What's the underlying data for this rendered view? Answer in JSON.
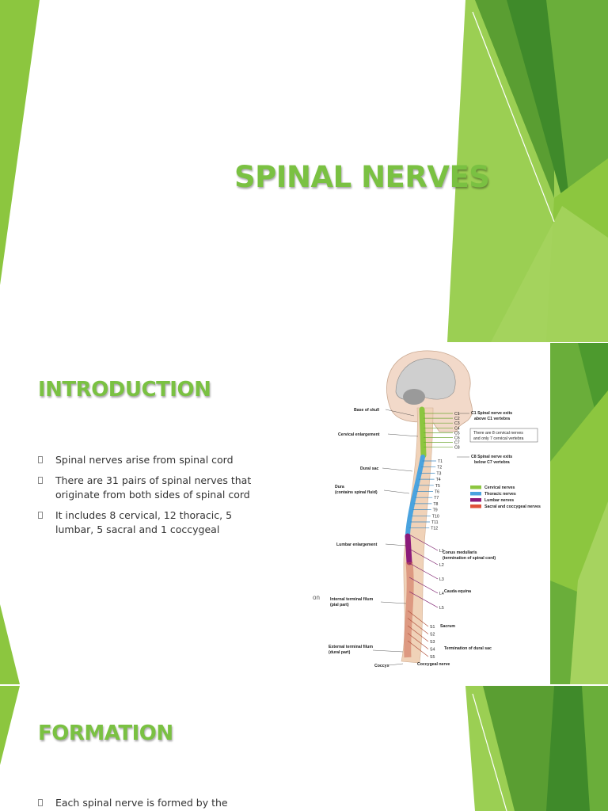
{
  "slide1": {
    "title": "SPINAL NERVES"
  },
  "slide2": {
    "title": "INTRODUCTION",
    "bullets": [
      "Spinal nerves arise from spinal cord",
      "There are 31 pairs of spinal nerves that originate from both sides of spinal cord",
      "It includes 8 cervical, 12 thoracic, 5 lumbar, 5 sacral and 1 coccygeal"
    ],
    "figure": {
      "left_labels": [
        "Base of skull",
        "Cervical enlargement",
        "Dural sac",
        "Dura",
        "(contains spinal fluid)",
        "Lumbar enlargement",
        "Internal terminal filum",
        "(pial part)",
        "External terminal filum",
        "(dural part)",
        "Coccyx"
      ],
      "side_text": "on",
      "cervical": [
        "C1",
        "C2",
        "C3",
        "C4",
        "C5",
        "C6",
        "C7",
        "C8"
      ],
      "thoracic": [
        "T1",
        "T2",
        "T3",
        "T4",
        "T5",
        "T6",
        "T7",
        "T8",
        "T9",
        "T10",
        "T11",
        "T12"
      ],
      "lumbar": [
        "L1",
        "L2",
        "L3",
        "L4",
        "L5"
      ],
      "sacral": [
        "S1",
        "S2",
        "S3",
        "S4",
        "S5"
      ],
      "right_notes": {
        "c1_exit": "C1 Spinal nerve exits",
        "c1_exit2": "above C1 vertebra",
        "box1": "There are 8 cervical nerves",
        "box2": "and only 7 cervical vertebra",
        "c8_exit": "C8 Spinal nerve exits",
        "c8_exit2": "below C7 vertebra",
        "conus": "Conus medullaris",
        "conus2": "(termination of spinal cord)",
        "cauda": "Cauda equina",
        "sacrum": "Sacrum",
        "dural_end": "Termination of dural sac",
        "coccygeal": "Coccygeal nerve"
      },
      "legend": [
        {
          "label": "Cervical nerves",
          "color": "#8cc63f"
        },
        {
          "label": "Thoracic nerves",
          "color": "#4aa3df"
        },
        {
          "label": "Lumbar nerves",
          "color": "#8b1a7a"
        },
        {
          "label": "Sacral and coccygeal nerves",
          "color": "#e0513a"
        }
      ]
    }
  },
  "slide3": {
    "title": "FORMATION",
    "bullets": [
      "Each spinal nerve is formed by the"
    ]
  }
}
